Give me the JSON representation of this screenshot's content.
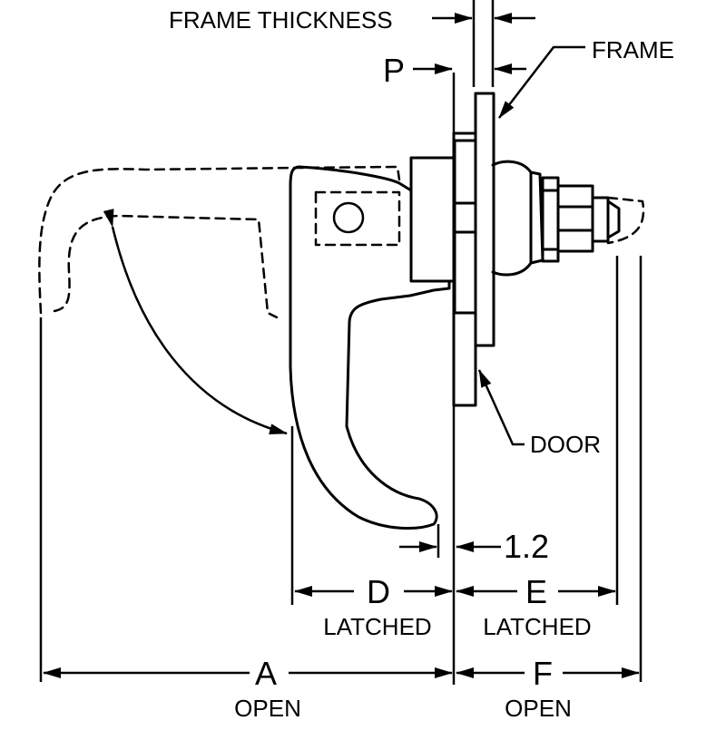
{
  "labels": {
    "frame_thickness": "FRAME THICKNESS",
    "frame": "FRAME",
    "p": "P",
    "door": "DOOR",
    "dim_1_2": "1.2",
    "d": "D",
    "d_state": "LATCHED",
    "e": "E",
    "e_state": "LATCHED",
    "a": "A",
    "a_state": "OPEN",
    "f": "F",
    "f_state": "OPEN"
  },
  "colors": {
    "line": "#000000",
    "background": "#ffffff"
  }
}
